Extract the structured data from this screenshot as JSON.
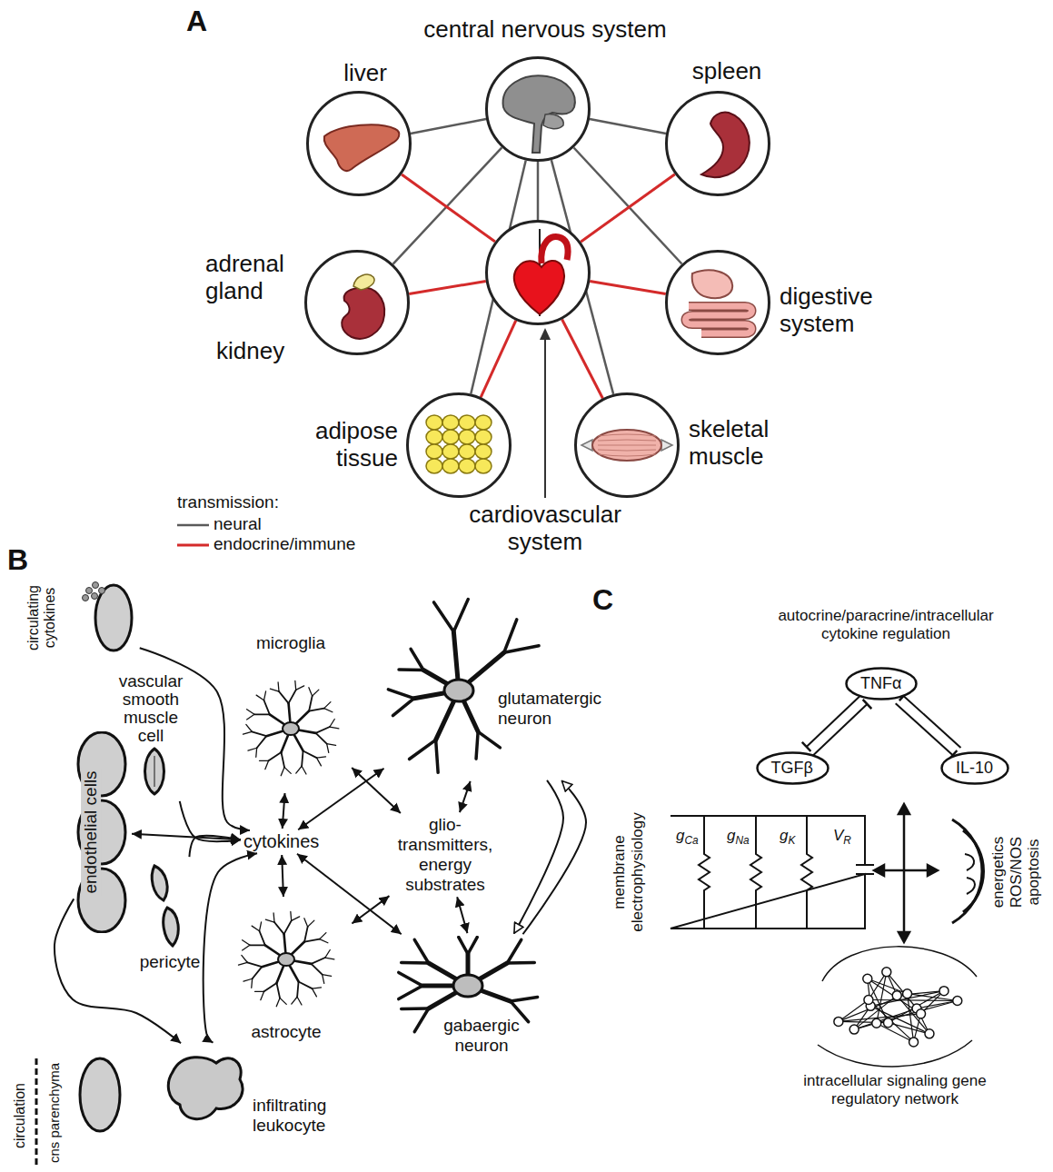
{
  "diagram": {
    "nodes": [
      {
        "text": [
          "central nervous system"
        ]
      },
      {
        "text": [
          "liver"
        ]
      },
      {
        "text": [
          "spleen"
        ]
      },
      {
        "text": [
          "adrenal gland",
          "kidney"
        ]
      },
      {
        "text": [
          "cardiovascular system"
        ]
      },
      {
        "text": [
          "digestive system"
        ]
      },
      {
        "text": [
          "adipose tissue"
        ]
      },
      {
        "text": [
          "skeletal muscle"
        ]
      },
      {
        "text": [
          "circulating cytokines"
        ]
      },
      {
        "text": [
          "microglia"
        ]
      },
      {
        "text": [
          "glutamatergic neuron"
        ]
      },
      {
        "text": [
          "vascular smooth muscle cell"
        ]
      },
      {
        "text": [
          "endothelial cells"
        ]
      },
      {
        "text": [
          "cytokines"
        ]
      },
      {
        "text": [
          "glio- transmitters, energy substrates"
        ]
      },
      {
        "text": [
          "pericyte"
        ]
      },
      {
        "text": [
          "astrocyte"
        ]
      },
      {
        "text": [
          "gabaergic neuron"
        ]
      },
      {
        "text": [
          "infiltrating leukocyte"
        ]
      },
      {
        "text": [
          "TNFα"
        ]
      },
      {
        "text": [
          "TGFβ"
        ]
      },
      {
        "text": [
          "IL-10"
        ]
      }
    ],
    "edges": [
      {
        "from": 0,
        "to": 1,
        "arrow": "none"
      },
      {
        "from": 0,
        "to": 2,
        "arrow": "none"
      },
      {
        "from": 0,
        "to": 3,
        "arrow": "none"
      },
      {
        "from": 0,
        "to": 4,
        "arrow": "none"
      },
      {
        "from": 0,
        "to": 5,
        "arrow": "none"
      },
      {
        "from": 0,
        "to": 6,
        "arrow": "none"
      },
      {
        "from": 0,
        "to": 7,
        "arrow": "none"
      },
      {
        "from": 4,
        "to": 1,
        "arrow": "none"
      },
      {
        "from": 4,
        "to": 2,
        "arrow": "none"
      },
      {
        "from": 4,
        "to": 3,
        "arrow": "none"
      },
      {
        "from": 4,
        "to": 5,
        "arrow": "none"
      },
      {
        "from": 4,
        "to": 6,
        "arrow": "none"
      },
      {
        "from": 4,
        "to": 7,
        "arrow": "none"
      },
      {
        "from": 8,
        "to": 13,
        "arrow": "to"
      },
      {
        "from": 9,
        "to": 13,
        "arrow": "both"
      },
      {
        "from": 16,
        "to": 13,
        "arrow": "both"
      },
      {
        "from": 12,
        "to": 13,
        "arrow": "both"
      },
      {
        "from": 11,
        "to": 13,
        "arrow": "to"
      },
      {
        "from": 15,
        "to": 13,
        "arrow": "to"
      },
      {
        "from": 13,
        "to": 10,
        "arrow": "both"
      },
      {
        "from": 13,
        "to": 17,
        "arrow": "both"
      },
      {
        "from": 9,
        "to": 14,
        "arrow": "both"
      },
      {
        "from": 16,
        "to": 14,
        "arrow": "both"
      },
      {
        "from": 10,
        "to": 14,
        "arrow": "both"
      },
      {
        "from": 14,
        "to": 17,
        "arrow": "both"
      },
      {
        "from": 10,
        "to": 17,
        "arrow": "to"
      },
      {
        "from": 17,
        "to": 10,
        "arrow": "to"
      },
      {
        "from": 12,
        "to": 18,
        "arrow": "to"
      },
      {
        "from": 13,
        "to": 18,
        "arrow": "both"
      },
      {
        "from": 19,
        "to": 20,
        "arrow": "to"
      },
      {
        "from": 20,
        "to": 19,
        "arrow": "to"
      },
      {
        "from": 19,
        "to": 21,
        "arrow": "to"
      },
      {
        "from": 21,
        "to": 19,
        "arrow": "to"
      }
    ],
    "labels": [
      "A",
      "transmission:",
      "B",
      "circulation",
      "cns parenchyma",
      "C",
      "autocrine/paracrine/intracellular cytokine regulation",
      "membrane electrophysiology",
      "gCa",
      "gNa",
      "gK",
      "VR",
      "energetics ROS/NOS apoptosis",
      "intracellular signaling gene regulatory network"
    ],
    "legend": [
      {
        "text": "neural"
      },
      {
        "text": "endocrine/immune"
      }
    ]
  }
}
